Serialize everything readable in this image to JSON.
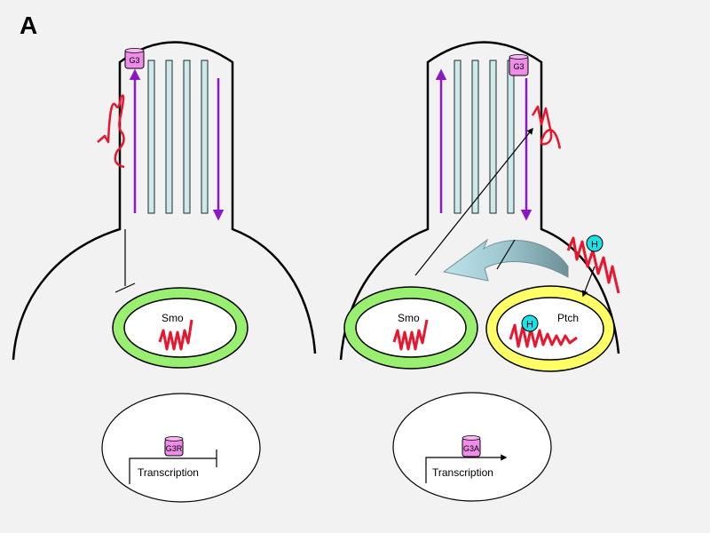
{
  "panel_label": "A",
  "left": {
    "cilium_tag": "G3",
    "vesicle_label": "Smo",
    "promoter_tag": "G3R",
    "transcription_label": "Transcription"
  },
  "right": {
    "cilium_tag": "G3",
    "vesicle_smo_label": "Smo",
    "vesicle_ptch_label": "Ptch",
    "ligand_outside": "H",
    "ligand_inside": "H",
    "promoter_tag": "G3A",
    "transcription_label": "Transcription"
  },
  "colors": {
    "background": "#f2f2f2",
    "microtubule": "#cfe9ea",
    "transport_arrow": "#8b18c4",
    "receptor": "#e8162e",
    "smo_ring": "#99f070",
    "ptch_ring": "#ffff66",
    "ligand": "#19e3e8",
    "gli_tag": "#ef8ce8"
  }
}
